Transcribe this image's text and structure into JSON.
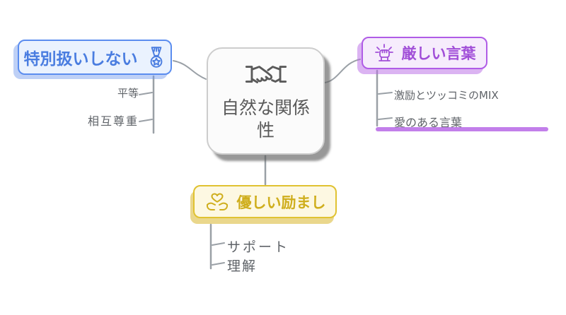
{
  "center_node": {
    "label": "自然な関係性",
    "icon": "handshake-icon",
    "background": "#fbfbfb",
    "border_color": "#cdcdcd",
    "text_color": "#5a5a5a"
  },
  "nodes": [
    {
      "label": "特別扱いしない",
      "icon": "medal-icon",
      "accent_color": "#5b8def",
      "background": "#eaf2fe",
      "text_color": "#4a7de0",
      "sub_labels": [
        "平等",
        "相互尊重"
      ]
    },
    {
      "label": "厳しい言葉",
      "icon": "fist-icon",
      "accent_color": "#b05ce6",
      "background": "#f6ecfc",
      "text_color": "#a14fd8",
      "sub_labels": [
        "激励とツッコミのMIX",
        "愛のある言葉"
      ]
    },
    {
      "label": "優しい励まし",
      "icon": "heart-hands-icon",
      "accent_color": "#e0c231",
      "background": "#fdf8e2",
      "text_color": "#cfae1d",
      "sub_labels": [
        "サポート",
        "理解"
      ]
    }
  ],
  "sub_label_color": "#5f6368",
  "connector_color": "#9aa0a6"
}
